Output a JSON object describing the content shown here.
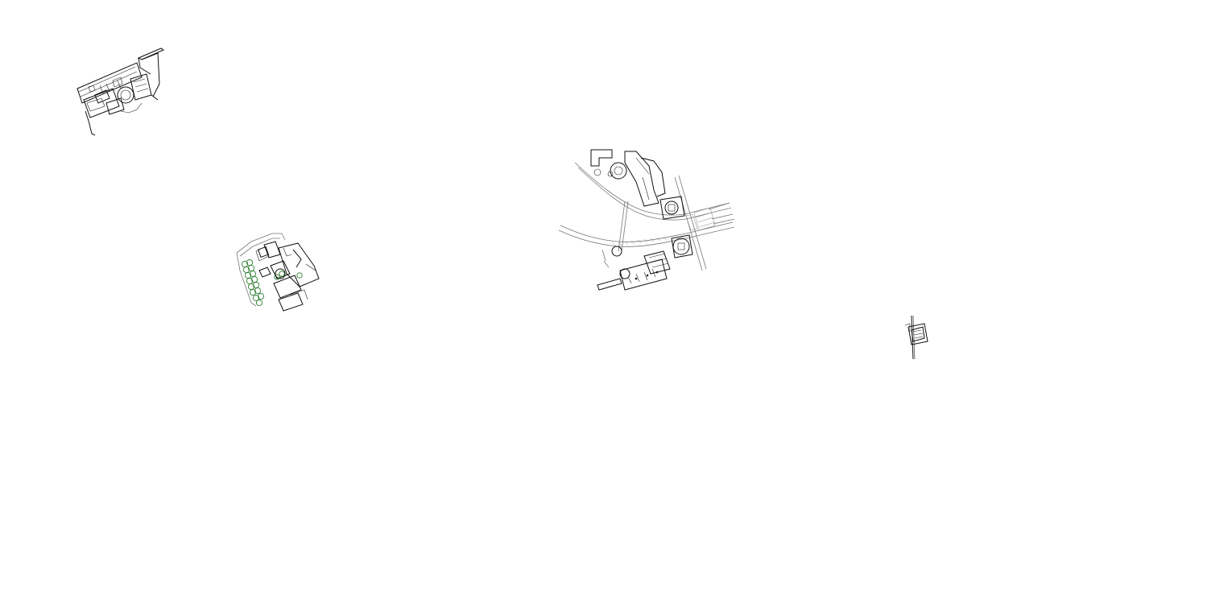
{
  "viewer": {
    "background": "#ffffff",
    "line_color": "#111111",
    "tree_color": "#2f7d32",
    "road_color": "#777777"
  },
  "drawings": [
    {
      "id": "site-plan-north-west",
      "kind": "cad-site-plan"
    },
    {
      "id": "site-plan-west-landscape",
      "kind": "cad-site-plan-with-trees"
    },
    {
      "id": "site-plan-central-campus",
      "kind": "cad-site-plan-with-roads"
    },
    {
      "id": "site-plan-east-small",
      "kind": "cad-building-footprint"
    }
  ]
}
